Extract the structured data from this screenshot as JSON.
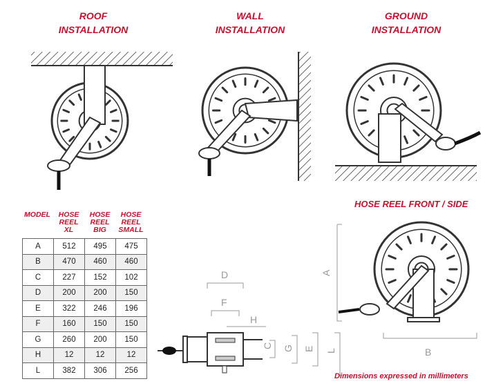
{
  "installations": [
    {
      "line1": "ROOF",
      "line2": "INSTALLATION"
    },
    {
      "line1": "WALL",
      "line2": "INSTALLATION"
    },
    {
      "line1": "GROUND",
      "line2": "INSTALLATION"
    }
  ],
  "front_side_title": "HOSE REEL FRONT / SIDE",
  "table": {
    "headers": [
      [
        "MODEL"
      ],
      [
        "HOSE",
        "REEL",
        "XL"
      ],
      [
        "HOSE",
        "REEL",
        "BIG"
      ],
      [
        "HOSE",
        "REEL",
        "SMALL"
      ]
    ],
    "rows": [
      [
        "A",
        "512",
        "495",
        "475"
      ],
      [
        "B",
        "470",
        "460",
        "460"
      ],
      [
        "C",
        "227",
        "152",
        "102"
      ],
      [
        "D",
        "200",
        "200",
        "150"
      ],
      [
        "E",
        "322",
        "246",
        "196"
      ],
      [
        "F",
        "160",
        "150",
        "150"
      ],
      [
        "G",
        "260",
        "200",
        "150"
      ],
      [
        "H",
        "12",
        "12",
        "12"
      ],
      [
        "L",
        "382",
        "306",
        "256"
      ]
    ]
  },
  "dimension_labels": {
    "A": "A",
    "B": "B",
    "C": "C",
    "D": "D",
    "E": "E",
    "F": "F",
    "G": "G",
    "H": "H",
    "L": "L"
  },
  "note": "Dimensions expressed in millimeters",
  "colors": {
    "accent": "#c8102e"
  }
}
